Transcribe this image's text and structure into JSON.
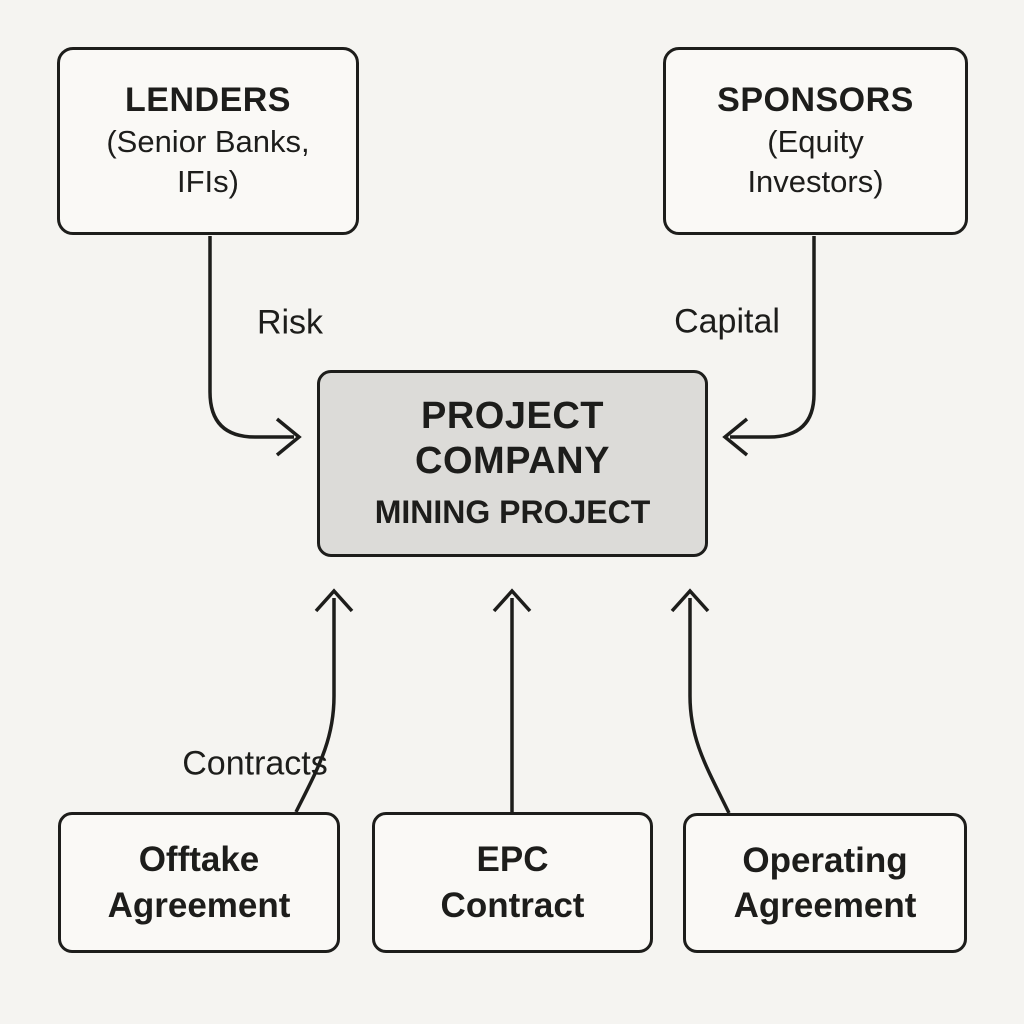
{
  "diagram": {
    "background_color": "#f5f4f1",
    "line_color": "#1d1d1b",
    "node_fill_color": "#faf9f6",
    "center_node_fill_color": "#dcdbd8",
    "nodes": {
      "lenders": {
        "title": "LENDERS",
        "subtitle_lines": [
          "(Senior Banks,",
          "IFIs)"
        ]
      },
      "sponsors": {
        "title": "SPONSORS",
        "subtitle_lines": [
          "(Equity",
          "Investors)"
        ]
      },
      "project_company": {
        "title_lines": [
          "PROJECT",
          "COMPANY"
        ],
        "subtitle": "MINING PROJECT"
      },
      "offtake": {
        "lines": [
          "Offtake",
          "Agreement"
        ]
      },
      "epc": {
        "lines": [
          "EPC",
          "Contract"
        ]
      },
      "operating": {
        "lines": [
          "Operating",
          "Agreement"
        ]
      }
    },
    "edge_labels": {
      "risk": "Risk",
      "capital": "Capital",
      "contracts": "Contracts"
    }
  }
}
